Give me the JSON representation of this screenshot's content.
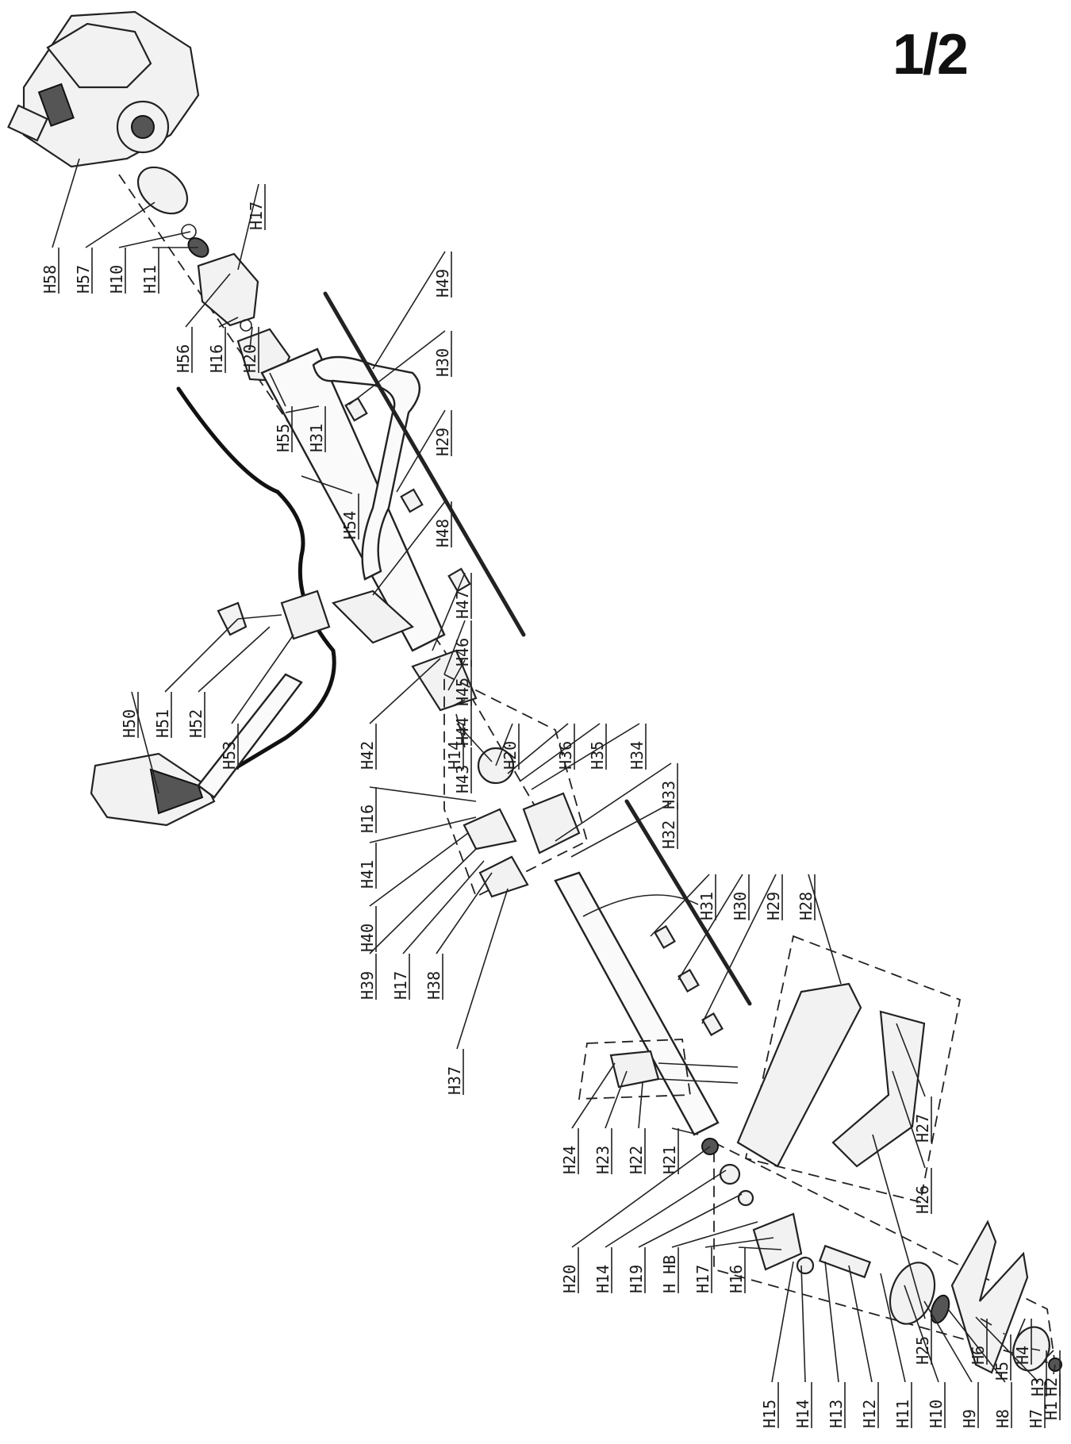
{
  "page": {
    "title": "1/2"
  },
  "labels": {
    "upper": [
      "H58",
      "H57",
      "H10",
      "H11",
      "H56",
      "H16",
      "H20",
      "H55",
      "H31",
      "H54",
      "H17",
      "H49",
      "H30",
      "H29",
      "H48",
      "H47",
      "H46",
      "H45",
      "H44",
      "H43"
    ],
    "middle": [
      "H50",
      "H51",
      "H52",
      "H53",
      "H42",
      "H14",
      "H20",
      "H36",
      "H35",
      "H34",
      "H16",
      "H41",
      "H40",
      "H39",
      "H17",
      "H38",
      "H37",
      "H33",
      "H32"
    ],
    "lower": [
      "H31",
      "H30",
      "H29",
      "H28",
      "H27",
      "H26",
      "H25",
      "H24",
      "H23",
      "H22",
      "H21",
      "H20",
      "H14",
      "H19",
      "H HB",
      "H17",
      "H16",
      "H15",
      "H14",
      "H13",
      "H12",
      "H11",
      "H10",
      "H9",
      "H8",
      "H7",
      "H6",
      "H5",
      "H4",
      "H3",
      "H2",
      "H1"
    ]
  }
}
